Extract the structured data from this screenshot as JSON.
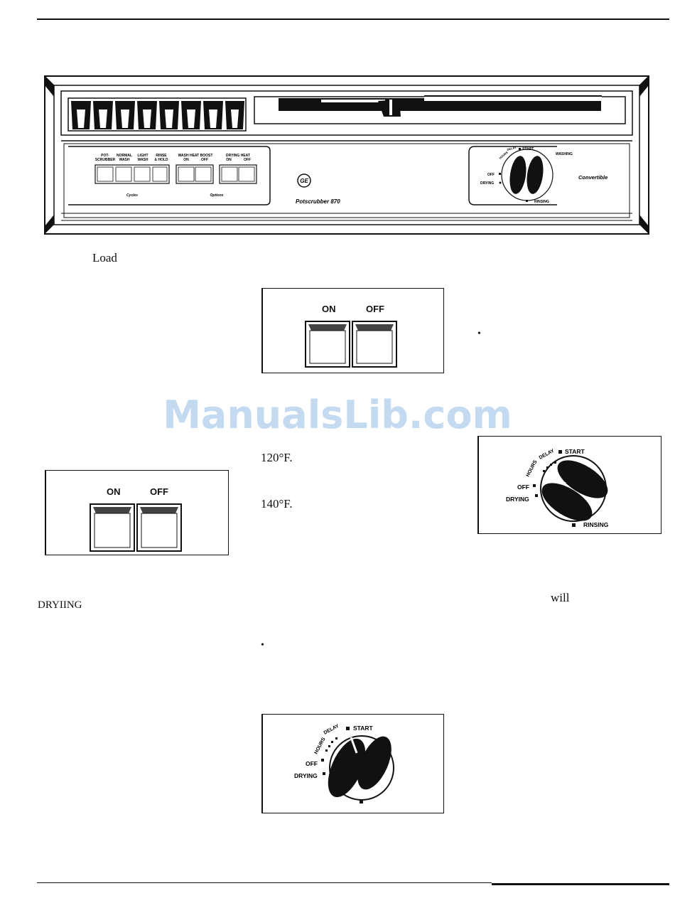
{
  "watermark": "ManualsLib.com",
  "control_panel": {
    "button_labels": [
      {
        "line1": "POT-",
        "line2": "SCRUBBER"
      },
      {
        "line1": "NORMAL",
        "line2": "WASH"
      },
      {
        "line1": "LIGHT",
        "line2": "WASH"
      },
      {
        "line1": "RINSE",
        "line2": "& HOLD"
      },
      {
        "line1": "WASH HEAT BOOST",
        "line2": ""
      },
      {
        "line1": "ON",
        "line2": ""
      },
      {
        "line1": "OFF",
        "line2": ""
      },
      {
        "line1": "DRYING HEAT",
        "line2": ""
      }
    ],
    "group_cycles": "Cycles",
    "group_options": "Options",
    "model_name": "Potscrubber 870",
    "brand_text": "GE",
    "convertible": "Convertible",
    "dial": {
      "hours_delay": "HOURS DELAY",
      "start": "START",
      "washing": "WASHING",
      "off": "OFF",
      "drying": "DRYING",
      "rinsing": "RINSING"
    }
  },
  "text": {
    "load": "Load",
    "temp_120": "120°F.",
    "temp_140": "140°F.",
    "dryiing": "DRYIING",
    "will": "will",
    "bullet": "•"
  },
  "switch_box_1": {
    "on": "ON",
    "off": "OFF"
  },
  "switch_box_2": {
    "on": "ON",
    "off": "OFF"
  },
  "dial_box_1": {
    "hours_delay": "HOURS DELAY",
    "start": "START",
    "off": "OFF",
    "drying": "DRYING",
    "rinsing": "RINSING"
  },
  "dial_box_2": {
    "hours_delay": "HOURS DELAY",
    "start": "START",
    "off": "OFF",
    "drying": "DRYING"
  }
}
